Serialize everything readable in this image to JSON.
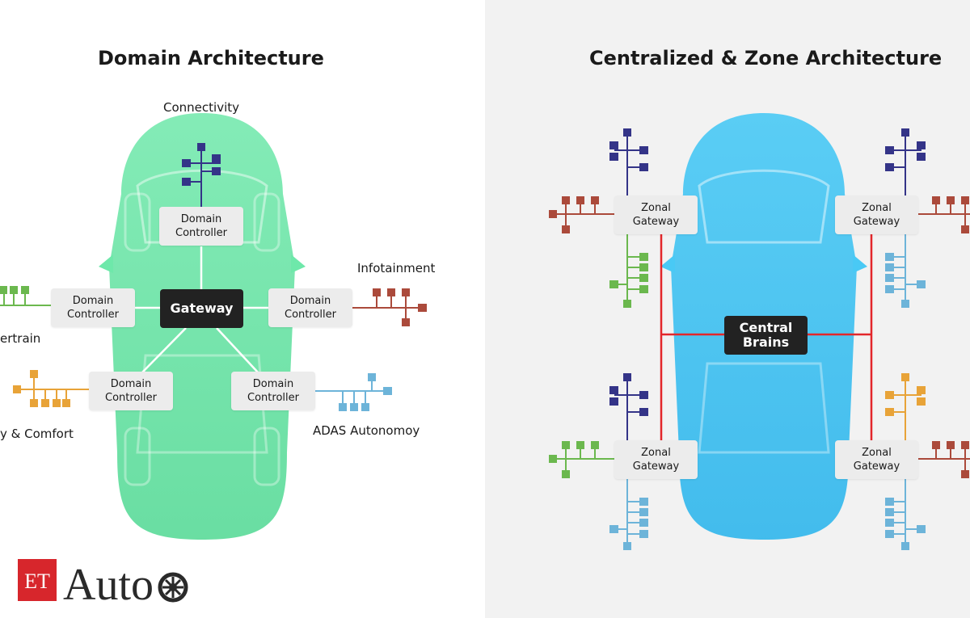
{
  "left": {
    "title": "Domain Architecture",
    "hub_label": "Gateway",
    "controller_label": [
      "Domain",
      "Controller"
    ],
    "captions": {
      "connectivity": "Connectivity",
      "infotainment": "Infotainment",
      "powertrain": "ertrain",
      "body_comfort": "y & Comfort",
      "adas": "ADAS Autonomoy"
    }
  },
  "right": {
    "title": "Centralized & Zone Architecture",
    "hub_label": [
      "Central",
      "Brains"
    ],
    "zonal_label": [
      "Zonal",
      "Gateway"
    ]
  },
  "colors": {
    "left_car": "#5ee3a0",
    "right_car": "#37bff0",
    "navy": "#343488",
    "brick": "#ab4a3b",
    "green": "#6bb84e",
    "orange": "#e8a338",
    "light_blue": "#6db4d9",
    "link_red": "#e3262a",
    "logo_red": "#d7262c"
  },
  "logo": {
    "mark_text": "ET",
    "wordmark": "Auto",
    "icon": "tire-icon"
  }
}
